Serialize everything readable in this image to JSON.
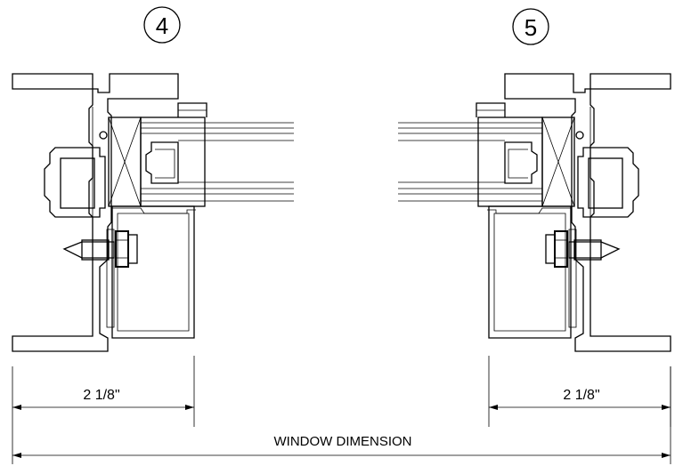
{
  "details": {
    "left_number": "4",
    "right_number": "5"
  },
  "dimensions": {
    "left_width": "2 1/8\"",
    "right_width": "2 1/8\"",
    "overall": "WINDOW DIMENSION"
  }
}
